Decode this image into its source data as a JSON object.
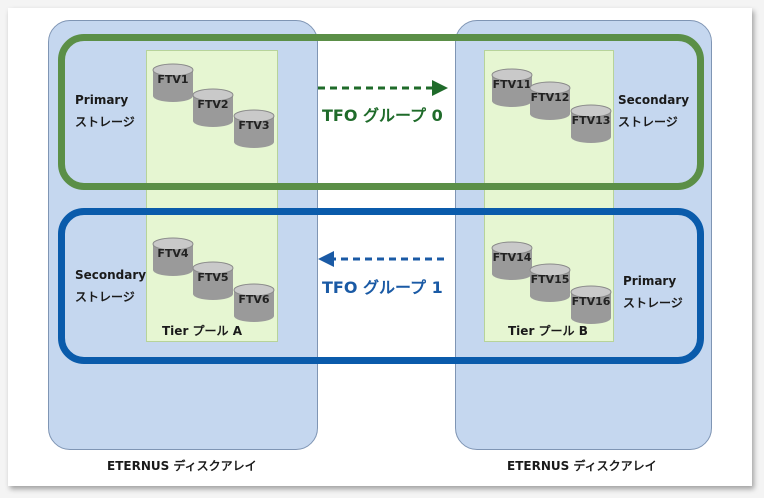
{
  "colors": {
    "array_fill": "#c5d7ef",
    "pool_fill": "#e6f6d2",
    "group0": "#5b8f47",
    "group0_text": "#1f6b2a",
    "group1": "#0a5bab",
    "group1_text": "#1a5aa5"
  },
  "arrays": {
    "left": {
      "name": "ETERNUS ディスクアレイ"
    },
    "right": {
      "name": "ETERNUS ディスクアレイ"
    }
  },
  "pools": {
    "a": {
      "name": "Tier プール A"
    },
    "b": {
      "name": "Tier プール B"
    }
  },
  "groups": {
    "g0": {
      "name": "TFO グループ 0",
      "direction": "left-to-right"
    },
    "g1": {
      "name": "TFO グループ 1",
      "direction": "right-to-left"
    }
  },
  "roles": {
    "left_top": {
      "line1": "Primary",
      "line2": "ストレージ"
    },
    "right_top": {
      "line1": "Secondary",
      "line2": "ストレージ"
    },
    "left_bottom": {
      "line1": "Secondary",
      "line2": "ストレージ"
    },
    "right_bottom": {
      "line1": "Primary",
      "line2": "ストレージ"
    }
  },
  "volumes": {
    "ftv1": "FTV1",
    "ftv2": "FTV2",
    "ftv3": "FTV3",
    "ftv4": "FTV4",
    "ftv5": "FTV5",
    "ftv6": "FTV6",
    "ftv11": "FTV11",
    "ftv12": "FTV12",
    "ftv13": "FTV13",
    "ftv14": "FTV14",
    "ftv15": "FTV15",
    "ftv16": "FTV16"
  }
}
